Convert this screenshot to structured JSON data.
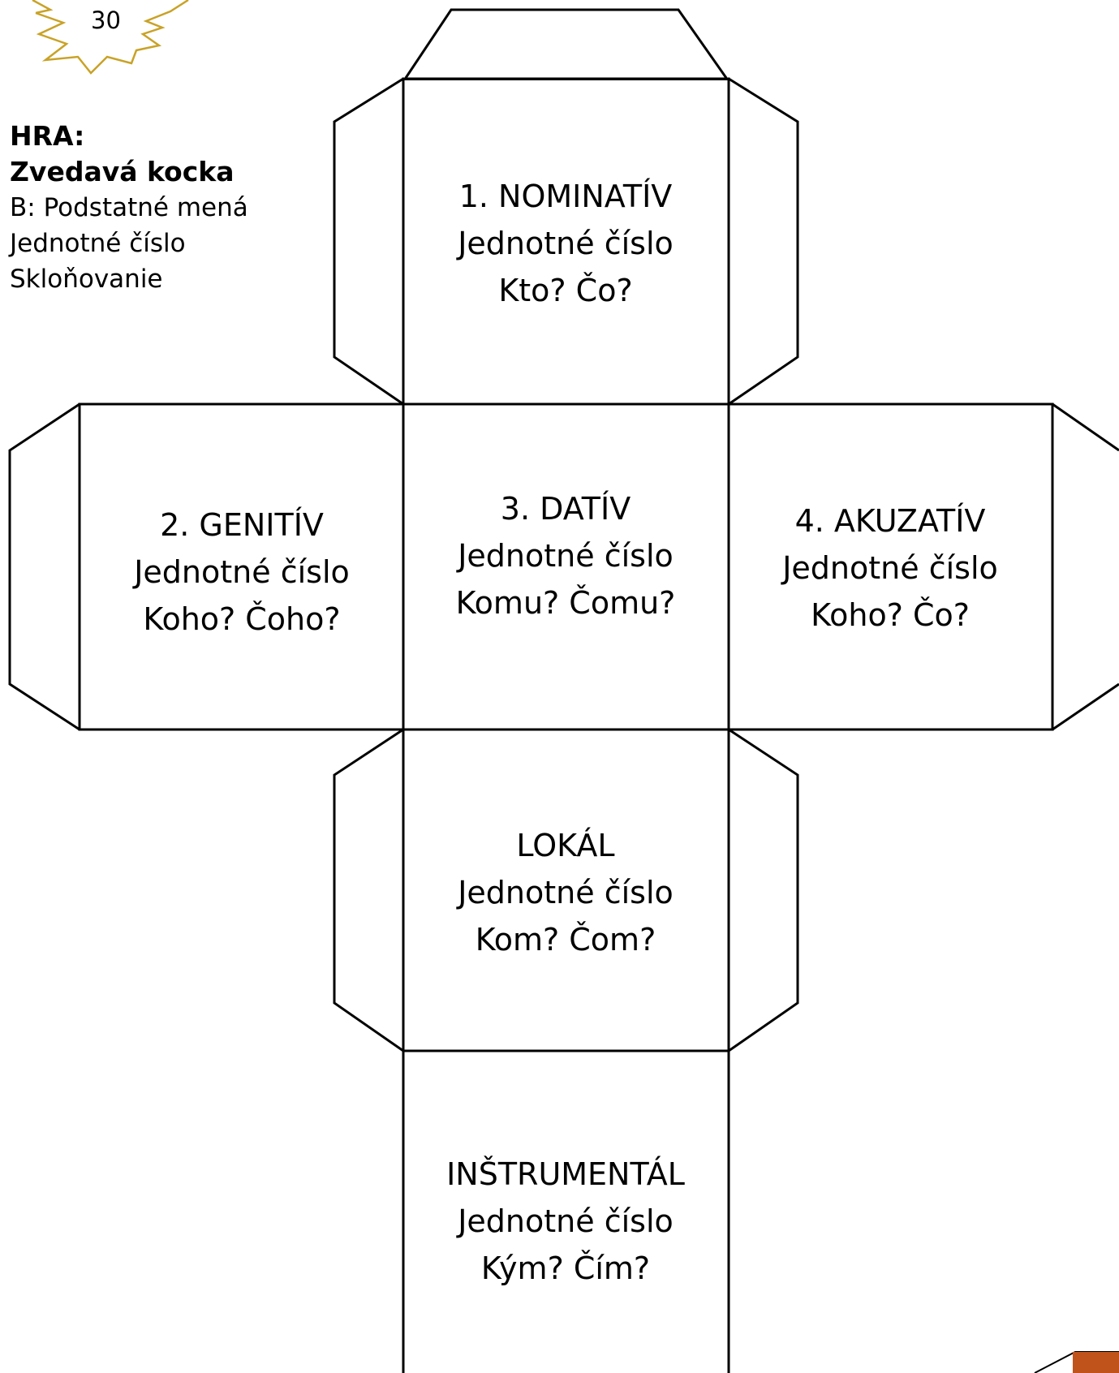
{
  "badge": {
    "number": "30",
    "color": "#c9a227"
  },
  "title": {
    "line1": "HRA:",
    "line2": "Zvedavá kocka",
    "line3": "B: Podstatné mená",
    "line4": "Jednotné číslo",
    "line5": "Skloňovanie"
  },
  "faces": {
    "top": {
      "case": "1. NOMINATÍV",
      "number": "Jednotné číslo",
      "question": "Kto? Čo?"
    },
    "left": {
      "case": "2. GENITÍV",
      "number": "Jednotné číslo",
      "question": "Koho? Čoho?"
    },
    "center": {
      "case": "3. DATÍV",
      "number": "Jednotné číslo",
      "question": "Komu? Čomu?"
    },
    "right": {
      "case": "4. AKUZATÍV",
      "number": "Jednotné číslo",
      "question": "Koho? Čo?"
    },
    "lower": {
      "case": "LOKÁL",
      "number": "Jednotné číslo",
      "question": "Kom? Čom?"
    },
    "bottom": {
      "case": "INŠTRUMENTÁL",
      "number": "Jednotné číslo",
      "question": "Kým? Čím?"
    }
  },
  "colors": {
    "line": "#000000",
    "accent": "#c0531c"
  }
}
